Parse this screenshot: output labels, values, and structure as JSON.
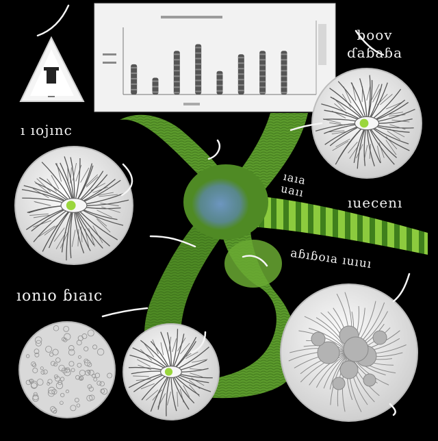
{
  "labels": {
    "top_left": "ı ıojınc",
    "top_right_line1": "boov",
    "top_right_line2": "ɗaɓaɓa",
    "center_right_small": "ıaıa\nuaıı",
    "right_middle": "ıuecenı",
    "right_lower": "aɓıɓoıa ıuıuı",
    "left_lower": "ıonıo ɓıaıc"
  },
  "chart_data": {
    "type": "bar",
    "categories": [
      "",
      "",
      "",
      "",
      "",
      "",
      "",
      "",
      ""
    ],
    "values": [
      45,
      25,
      65,
      75,
      35,
      60,
      65,
      65,
      0
    ],
    "title": "",
    "xlabel": "",
    "ylabel": "",
    "ylim": [
      0,
      100
    ]
  },
  "colors": {
    "background": "#000000",
    "vessel_green": "#5b9a2c",
    "vessel_dark": "#2d5a14",
    "vessel_light": "#9fd04a",
    "junction_blue": "#5d86b8",
    "cell_fill": "#e6e6e6",
    "cell_lines": "#555555",
    "nucleus_green": "#9ad63c",
    "bar_dark": "#555555"
  },
  "icons": {
    "triangle": "warning-triangle-icon"
  }
}
